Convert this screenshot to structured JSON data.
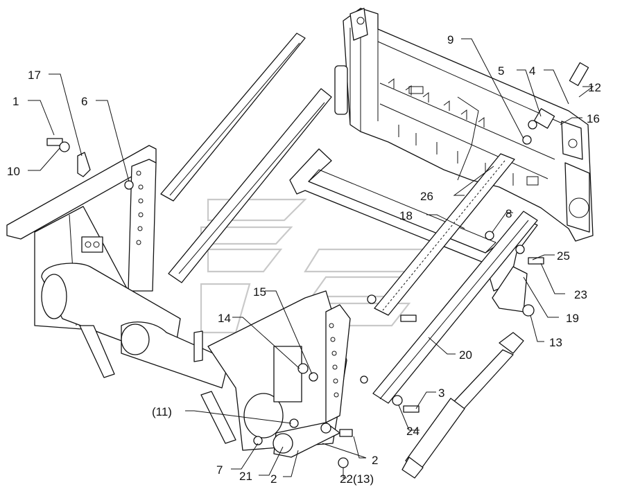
{
  "callouts": [
    {
      "id": "c1",
      "text": "1"
    },
    {
      "id": "c2a",
      "text": "2"
    },
    {
      "id": "c2b",
      "text": "2"
    },
    {
      "id": "c3",
      "text": "3"
    },
    {
      "id": "c4",
      "text": "4"
    },
    {
      "id": "c5",
      "text": "5"
    },
    {
      "id": "c6",
      "text": "6"
    },
    {
      "id": "c7",
      "text": "7"
    },
    {
      "id": "c8",
      "text": "8"
    },
    {
      "id": "c9",
      "text": "9"
    },
    {
      "id": "c10",
      "text": "10"
    },
    {
      "id": "c11",
      "text": "(11)"
    },
    {
      "id": "c12",
      "text": "12"
    },
    {
      "id": "c13",
      "text": "13"
    },
    {
      "id": "c14",
      "text": "14"
    },
    {
      "id": "c15",
      "text": "15"
    },
    {
      "id": "c16",
      "text": "16"
    },
    {
      "id": "c17",
      "text": "17"
    },
    {
      "id": "c18",
      "text": "18"
    },
    {
      "id": "c19",
      "text": "19"
    },
    {
      "id": "c20",
      "text": "20"
    },
    {
      "id": "c21",
      "text": "21"
    },
    {
      "id": "c22",
      "text": "22(13)"
    },
    {
      "id": "c23",
      "text": "23"
    },
    {
      "id": "c24",
      "text": "24"
    },
    {
      "id": "c25",
      "text": "25"
    },
    {
      "id": "c26",
      "text": "26"
    }
  ]
}
